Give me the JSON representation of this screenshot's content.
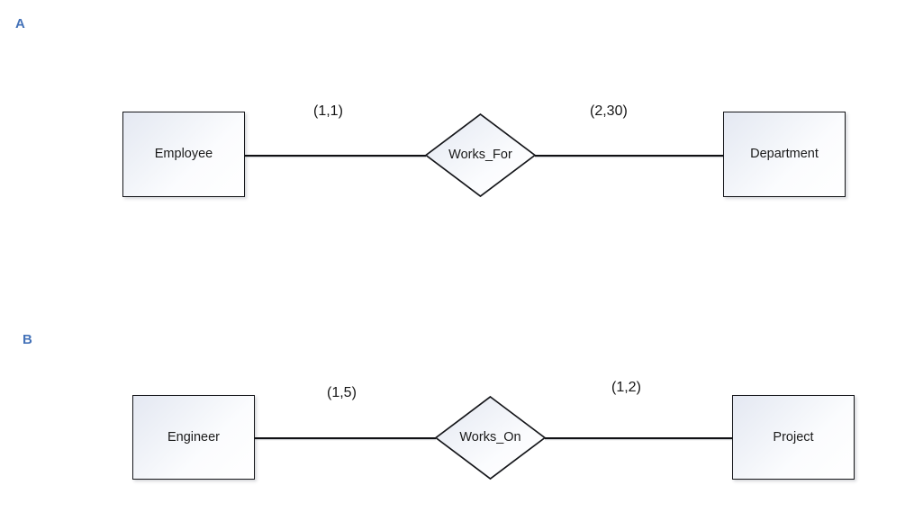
{
  "diagram": {
    "type": "entity-relationship-diagram",
    "notation": "min-max cardinality",
    "background_color": "#ffffff",
    "section_label_color": "#4472b8",
    "entity_border_color": "#15161a",
    "connector_color": "#0f1013"
  },
  "sections": [
    {
      "id": "a",
      "label": "A",
      "left_entity": {
        "name": "Employee"
      },
      "left_cardinality": "(1,1)",
      "relationship": {
        "name": "Works_For"
      },
      "right_cardinality": "(2,30)",
      "right_entity": {
        "name": "Department"
      }
    },
    {
      "id": "b",
      "label": "B",
      "left_entity": {
        "name": "Engineer"
      },
      "left_cardinality": "(1,5)",
      "relationship": {
        "name": "Works_On"
      },
      "right_cardinality": "(1,2)",
      "right_entity": {
        "name": "Project"
      }
    }
  ]
}
